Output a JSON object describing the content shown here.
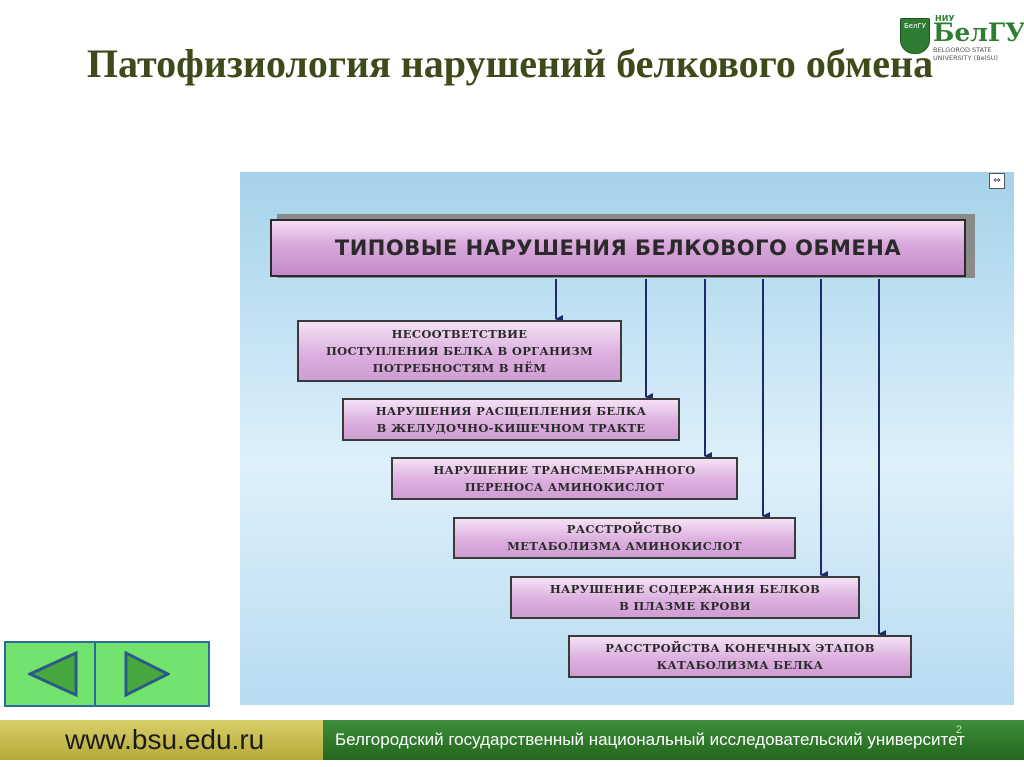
{
  "slide": {
    "title": "Патофизиология нарушений белкового обмена"
  },
  "logo": {
    "niu": "НИУ",
    "name": "БелГУ",
    "subtitle": "BELGOROD STATE UNIVERSITY (BelSU)",
    "shield_text": "БелГУ"
  },
  "diagram": {
    "header": "ТИПОВЫЕ НАРУШЕНИЯ БЕЛКОВОГО ОБМЕНА",
    "items": [
      {
        "label": "НЕСООТВЕТСТВИЕ\nПОСТУПЛЕНИЯ БЕЛКА В ОРГАНИЗМ\nПОТРЕБНОСТЯМ В НЁМ"
      },
      {
        "label": "НАРУШЕНИЯ РАСЩЕПЛЕНИЯ БЕЛКА\nВ ЖЕЛУДОЧНО-КИШЕЧНОМ ТРАКТЕ"
      },
      {
        "label": "НАРУШЕНИЕ ТРАНСМЕМБРАННОГО\nПЕРЕНОСА АМИНОКИСЛОТ"
      },
      {
        "label": "РАССТРОЙСТВО\nМЕТАБОЛИЗМА АМИНОКИСЛОТ"
      },
      {
        "label": "НАРУШЕНИЕ СОДЕРЖАНИЯ БЕЛКОВ\nВ ПЛАЗМЕ КРОВИ"
      },
      {
        "label": "РАССТРОЙСТВА КОНЕЧНЫХ ЭТАПОВ\nКАТАБОЛИЗМА БЕЛКА"
      }
    ]
  },
  "nav": {
    "prev_icon": "left-triangle",
    "next_icon": "right-triangle"
  },
  "footer": {
    "url": "www.bsu.edu.ru",
    "university": "Белгородский государственный национальный исследовательский университет",
    "page_number": "2"
  },
  "colors": {
    "title": "#3f4a1a",
    "panel": "#c4e3f4",
    "box": "#dcb0df",
    "arrow": "#1f2a6e",
    "nav": "#72e36e",
    "footer_left": "#c9bd4e",
    "footer_right": "#2e7a2a"
  }
}
